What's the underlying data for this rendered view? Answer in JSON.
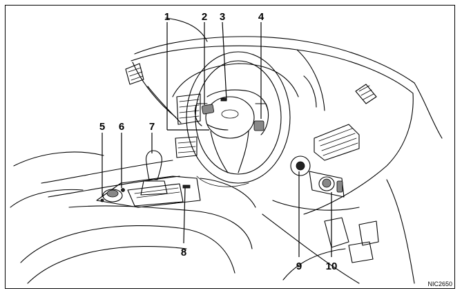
{
  "callouts": [
    {
      "id": "1",
      "label": "1"
    },
    {
      "id": "2",
      "label": "2"
    },
    {
      "id": "3",
      "label": "3"
    },
    {
      "id": "4",
      "label": "4"
    },
    {
      "id": "5",
      "label": "5"
    },
    {
      "id": "6",
      "label": "6"
    },
    {
      "id": "7",
      "label": "7"
    },
    {
      "id": "8",
      "label": "8"
    },
    {
      "id": "9",
      "label": "9"
    },
    {
      "id": "10",
      "label": "10"
    }
  ],
  "figure_code": "NIC2650"
}
